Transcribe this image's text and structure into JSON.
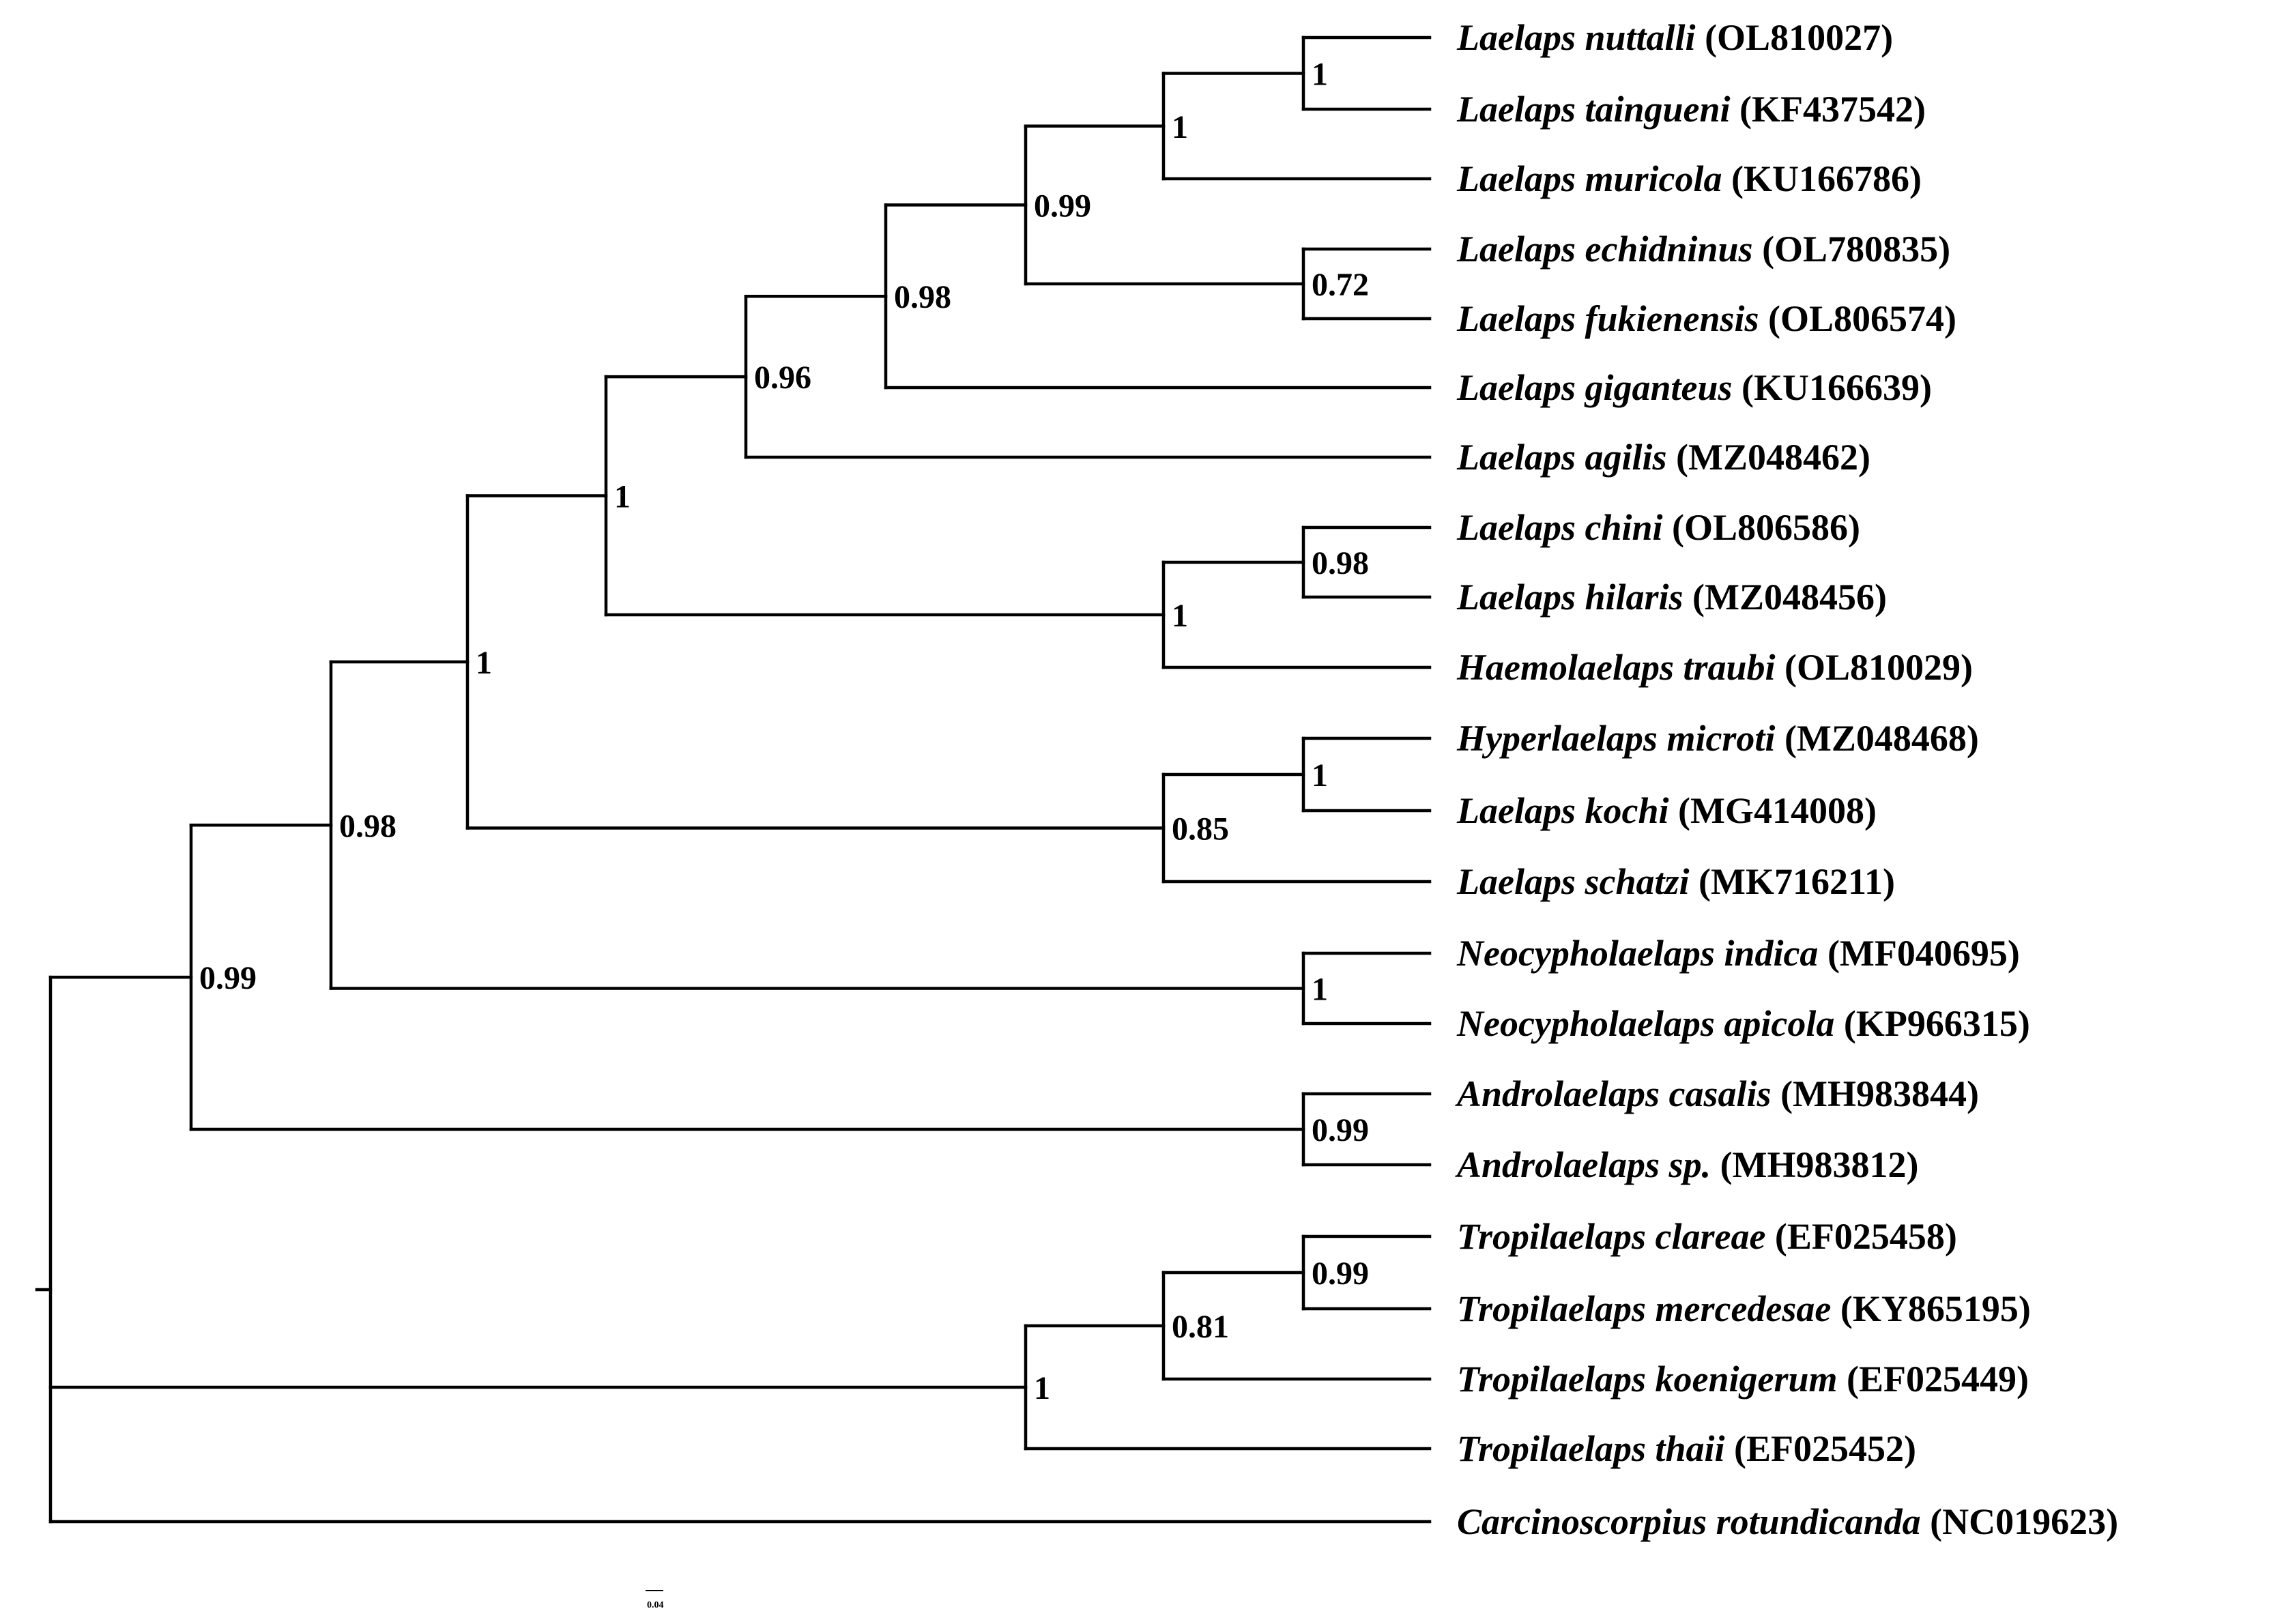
{
  "tree": {
    "taxa": [
      {
        "name": "Laelaps nuttalli",
        "accession": "(OL810027)"
      },
      {
        "name": "Laelaps taingueni",
        "accession": "(KF437542)"
      },
      {
        "name": "Laelaps muricola",
        "accession": "(KU166786)"
      },
      {
        "name": "Laelaps echidninus",
        "accession": "(OL780835)"
      },
      {
        "name": "Laelaps fukienensis",
        "accession": "(OL806574)"
      },
      {
        "name": "Laelaps giganteus",
        "accession": "(KU166639)"
      },
      {
        "name": "Laelaps agilis",
        "accession": "(MZ048462)"
      },
      {
        "name": "Laelaps chini",
        "accession": "(OL806586)"
      },
      {
        "name": "Laelaps hilaris",
        "accession": "(MZ048456)"
      },
      {
        "name": "Haemolaelaps traubi",
        "accession": "(OL810029)"
      },
      {
        "name": "Hyperlaelaps microti",
        "accession": "(MZ048468)"
      },
      {
        "name": "Laelaps kochi",
        "accession": "(MG414008)"
      },
      {
        "name": "Laelaps schatzi",
        "accession": "(MK716211)"
      },
      {
        "name": "Neocypholaelaps indica",
        "accession": "(MF040695)"
      },
      {
        "name": "Neocypholaelaps apicola",
        "accession": "(KP966315)"
      },
      {
        "name": "Androlaelaps casalis",
        "accession": "(MH983844)"
      },
      {
        "name": "Androlaelaps sp.",
        "accession": "(MH983812)"
      },
      {
        "name": "Tropilaelaps clareae",
        "accession": "(EF025458)"
      },
      {
        "name": "Tropilaelaps mercedesae",
        "accession": "(KY865195)"
      },
      {
        "name": "Tropilaelaps koenigerum",
        "accession": "(EF025449)"
      },
      {
        "name": "Tropilaelaps thaii",
        "accession": "(EF025452)"
      },
      {
        "name": "Carcinoscorpius rotundicanda",
        "accession": "(NC019623)"
      }
    ],
    "support_values": {
      "nuttalli_taingueni": "1",
      "with_muricola": "1",
      "echidninus_fukienensis": "0.72",
      "muricola_echidninus_clade": "0.99",
      "with_giganteus": "0.98",
      "with_agilis": "0.96",
      "chini_hilaris": "0.98",
      "with_traubi": "1",
      "laelaps_core": "1",
      "microti_kochi": "1",
      "with_schatzi": "0.85",
      "with_schatzi_clade": "1",
      "neocypholaelaps": "1",
      "with_neocypholaelaps": "0.98",
      "androlaelaps": "0.99",
      "ingroup": "0.99",
      "clareae_mercedesae": "0.99",
      "with_koenigerum": "0.81",
      "tropilaelaps": "1"
    },
    "scale_bar": {
      "label": "0.04"
    }
  }
}
